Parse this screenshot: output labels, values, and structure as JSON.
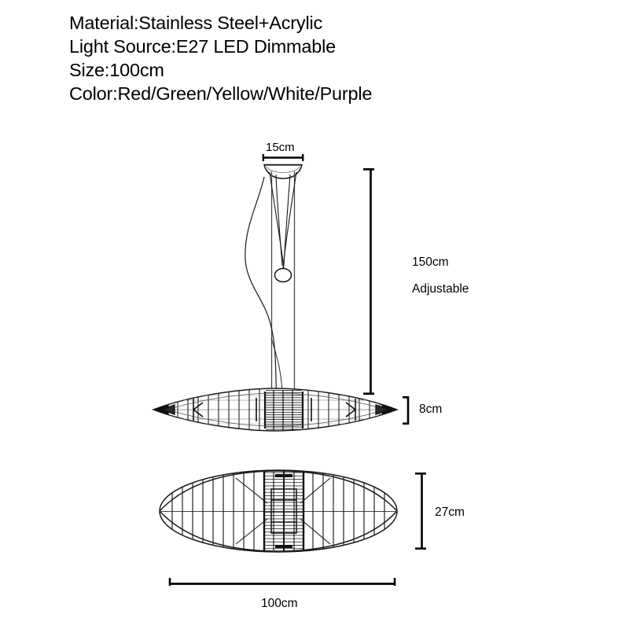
{
  "page": {
    "background_color": "#ffffff",
    "ink_color": "#000000",
    "title": "Pendant Light Specification Drawing"
  },
  "spec": {
    "lines": [
      "Material:Stainless Steel+Acrylic",
      "Light Source:E27 LED Dimmable",
      "Size:100cm",
      "Color:Red/Green/Yellow/White/Purple"
    ],
    "material_label": "Material:Stainless Steel+Acrylic",
    "light_source_label": "Light Source:E27 LED Dimmable",
    "size_label": "Size:100cm",
    "color_label": "Color:Red/Green/Yellow/White/Purple"
  },
  "dimensions": {
    "canopy_width": "15cm",
    "drop_height": "150cm",
    "drop_height_note": "Adjustable",
    "shade_thickness": "8cm",
    "shade_depth": "27cm",
    "shade_width": "100cm"
  },
  "views": {
    "elevation": {
      "name": "front-elevation-view",
      "parts": [
        "ceiling-canopy",
        "suspension-rod",
        "suspension-cable",
        "cable-ring",
        "power-cord",
        "shade-side-profile"
      ]
    },
    "plan": {
      "name": "bottom-plan-view",
      "parts": [
        "shade-outer-ellipse",
        "shade-inner-ellipse",
        "shade-ribs",
        "center-led-housing"
      ]
    }
  }
}
